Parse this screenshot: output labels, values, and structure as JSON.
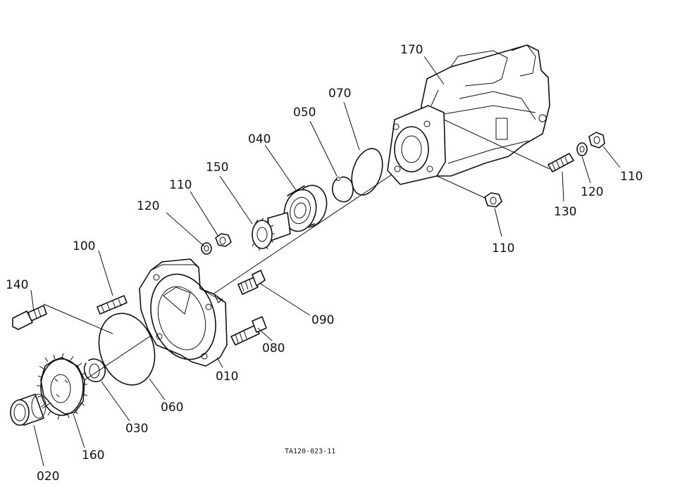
{
  "labels": {
    "p010": "010",
    "p020": "020",
    "p030": "030",
    "p040": "040",
    "p050": "050",
    "p060": "060",
    "p070": "070",
    "p080": "080",
    "p090": "090",
    "p100": "100",
    "p110a": "110",
    "p110b": "110",
    "p110c": "110",
    "p120a": "120",
    "p120b": "120",
    "p130": "130",
    "p140": "140",
    "p150": "150",
    "p160": "160",
    "p170": "170"
  },
  "drawing_code": "TA120-023-11"
}
